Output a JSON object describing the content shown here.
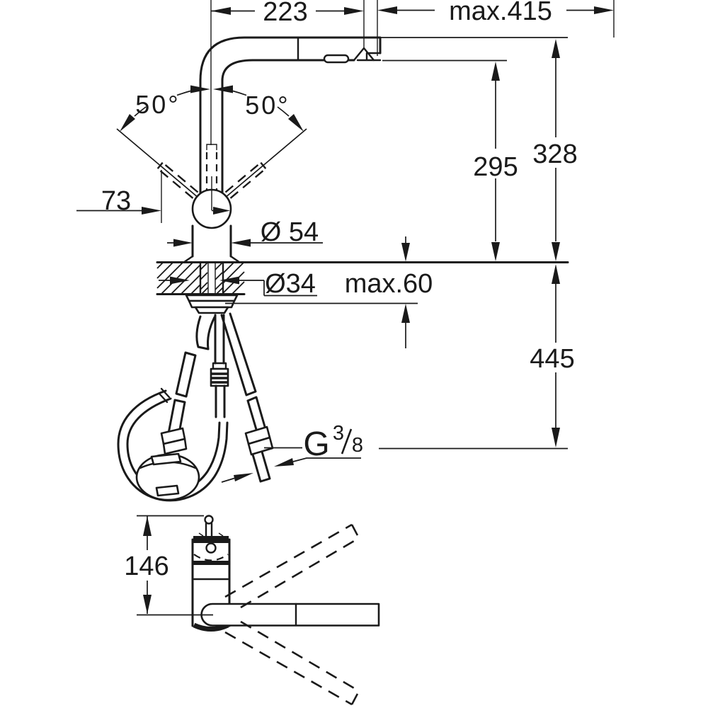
{
  "drawing": {
    "type": "technical-dimension-drawing",
    "subject": "pull-out spray kitchen faucet installation dimensions, side view and plan view",
    "colors": {
      "line": "#1a1a1a",
      "background": "#ffffff"
    },
    "labels": {
      "spout_projection": "223",
      "max_pullout": "max.415",
      "angle_left": "50°",
      "angle_right": "50°",
      "lever_reach": "73",
      "body_diameter": "Ø 54",
      "outlet_height": "295",
      "overall_height": "328",
      "hole_diameter": "Ø34",
      "deck_thickness": "max.60",
      "under_counter_depth": "445",
      "thread_g": "G",
      "thread_numerator": "3",
      "thread_slash": "/",
      "thread_denominator": "8",
      "plan_view_height": "146"
    }
  }
}
